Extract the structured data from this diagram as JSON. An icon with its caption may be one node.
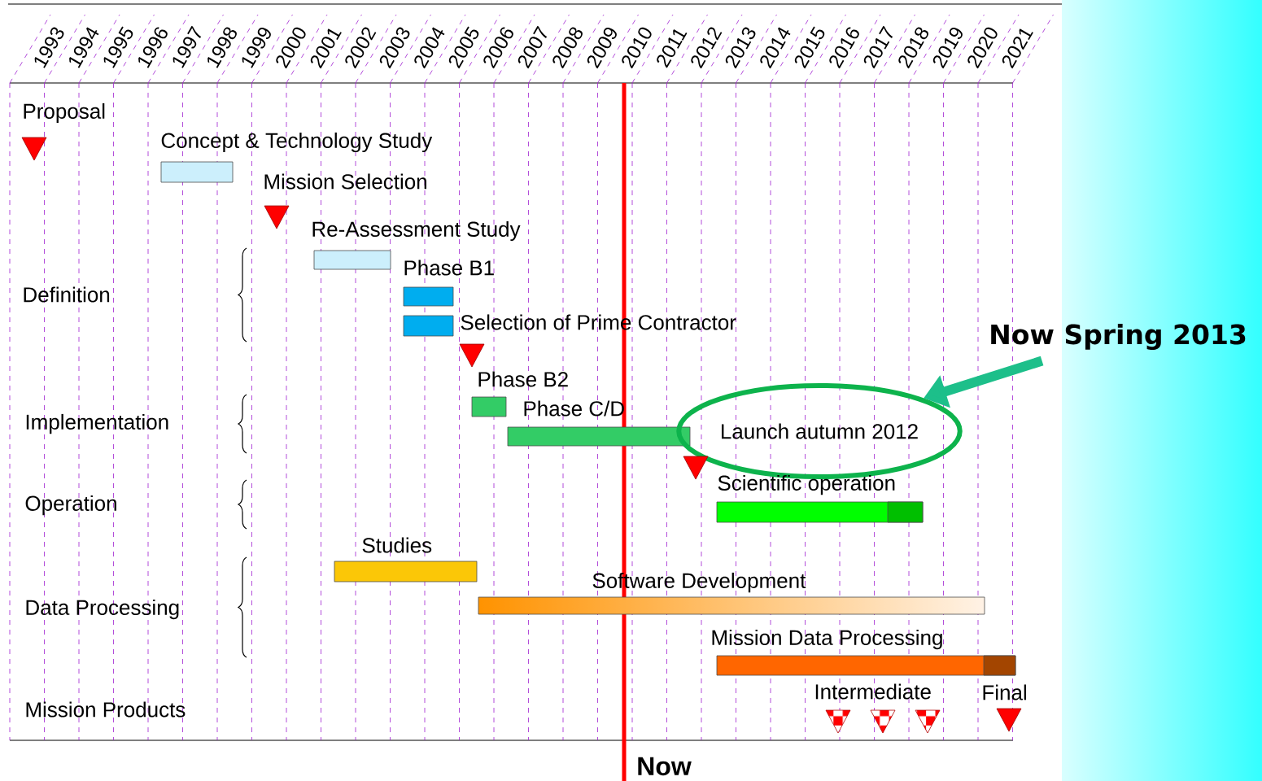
{
  "diagram": {
    "nodes": [
      {
        "text": [
          "Proposal"
        ]
      },
      {
        "text": [
          "Concept & Technology Study"
        ]
      },
      {
        "text": [
          "Mission Selection"
        ]
      },
      {
        "text": [
          "Re-Assessment Study"
        ]
      },
      {
        "text": [
          "Phase B1"
        ]
      },
      {
        "text": [
          "Selection of Prime Contractor"
        ]
      },
      {
        "text": [],
        "shape": "triangle"
      },
      {
        "text": [
          "Phase B2"
        ]
      },
      {
        "text": [
          "Phase C/D"
        ]
      },
      {
        "text": [
          "Launch autumn 2012"
        ]
      },
      {
        "text": [],
        "shape": "triangle"
      },
      {
        "text": [
          "Scientific operation"
        ]
      },
      {
        "text": [
          "Studies"
        ]
      },
      {
        "text": [
          "Software Development"
        ]
      },
      {
        "text": [
          "Mission Data Processing"
        ]
      },
      {
        "text": [
          "Intermediate"
        ]
      },
      {
        "text": [
          "Final"
        ]
      },
      {
        "text": [
          "Now Spring 2013"
        ]
      }
    ],
    "edges": [
      {
        "from": 17,
        "to": 9,
        "arrow": "to"
      }
    ],
    "labels": [
      "1993",
      "1994",
      "1995",
      "1996",
      "1997",
      "1998",
      "1999",
      "2000",
      "2001",
      "2002",
      "2003",
      "2004",
      "2005",
      "2006",
      "2007",
      "2008",
      "2009",
      "2010",
      "2011",
      "2012",
      "2013",
      "2014",
      "2015",
      "2016",
      "2017",
      "2018",
      "2019",
      "2020",
      "2021",
      "Definition",
      "Implementation",
      "Operation",
      "Data Processing",
      "Mission Products",
      "Now"
    ]
  }
}
